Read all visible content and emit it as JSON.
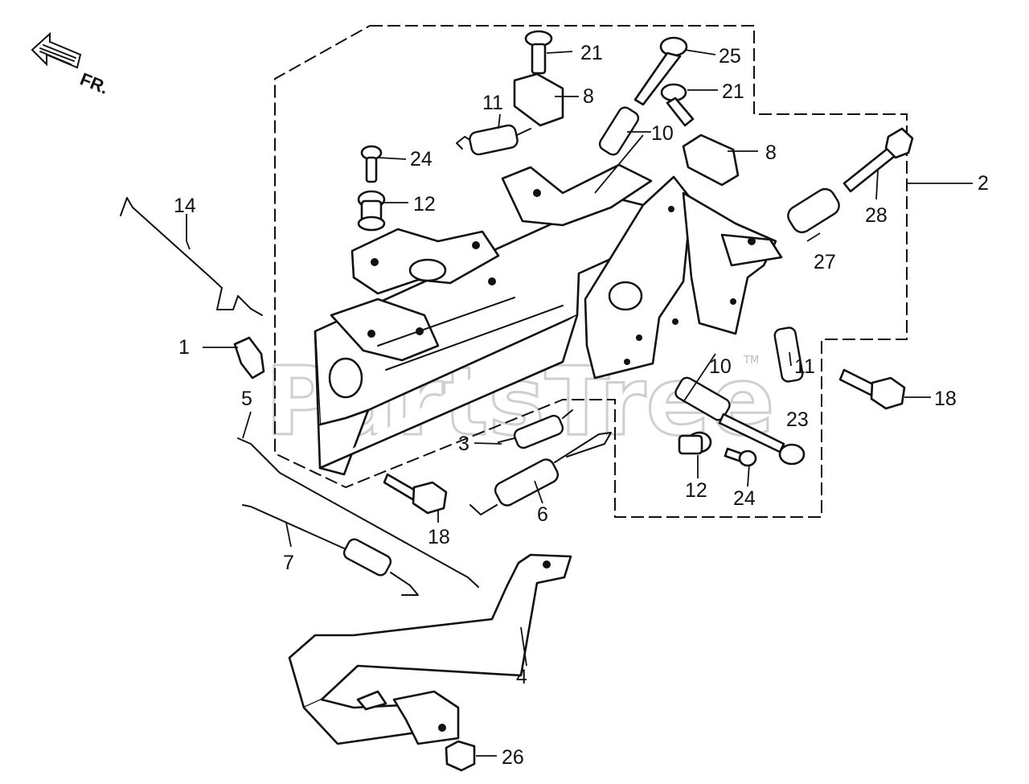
{
  "watermark": {
    "text": "PartsTree",
    "trademark": "TM"
  },
  "orientation": {
    "label": "FR."
  },
  "callouts": [
    {
      "id": "c1",
      "label": "1"
    },
    {
      "id": "c2",
      "label": "2"
    },
    {
      "id": "c3",
      "label": "3"
    },
    {
      "id": "c4",
      "label": "4"
    },
    {
      "id": "c5",
      "label": "5"
    },
    {
      "id": "c6",
      "label": "6"
    },
    {
      "id": "c7",
      "label": "7"
    },
    {
      "id": "c8a",
      "label": "8"
    },
    {
      "id": "c8b",
      "label": "8"
    },
    {
      "id": "c10a",
      "label": "10"
    },
    {
      "id": "c10b",
      "label": "10"
    },
    {
      "id": "c11a",
      "label": "11"
    },
    {
      "id": "c11b",
      "label": "11"
    },
    {
      "id": "c12a",
      "label": "12"
    },
    {
      "id": "c12b",
      "label": "12"
    },
    {
      "id": "c14",
      "label": "14"
    },
    {
      "id": "c18a",
      "label": "18"
    },
    {
      "id": "c18b",
      "label": "18"
    },
    {
      "id": "c21a",
      "label": "21"
    },
    {
      "id": "c21b",
      "label": "21"
    },
    {
      "id": "c23",
      "label": "23"
    },
    {
      "id": "c24a",
      "label": "24"
    },
    {
      "id": "c24b",
      "label": "24"
    },
    {
      "id": "c25",
      "label": "25"
    },
    {
      "id": "c26",
      "label": "26"
    },
    {
      "id": "c27",
      "label": "27"
    },
    {
      "id": "c28",
      "label": "28"
    }
  ]
}
